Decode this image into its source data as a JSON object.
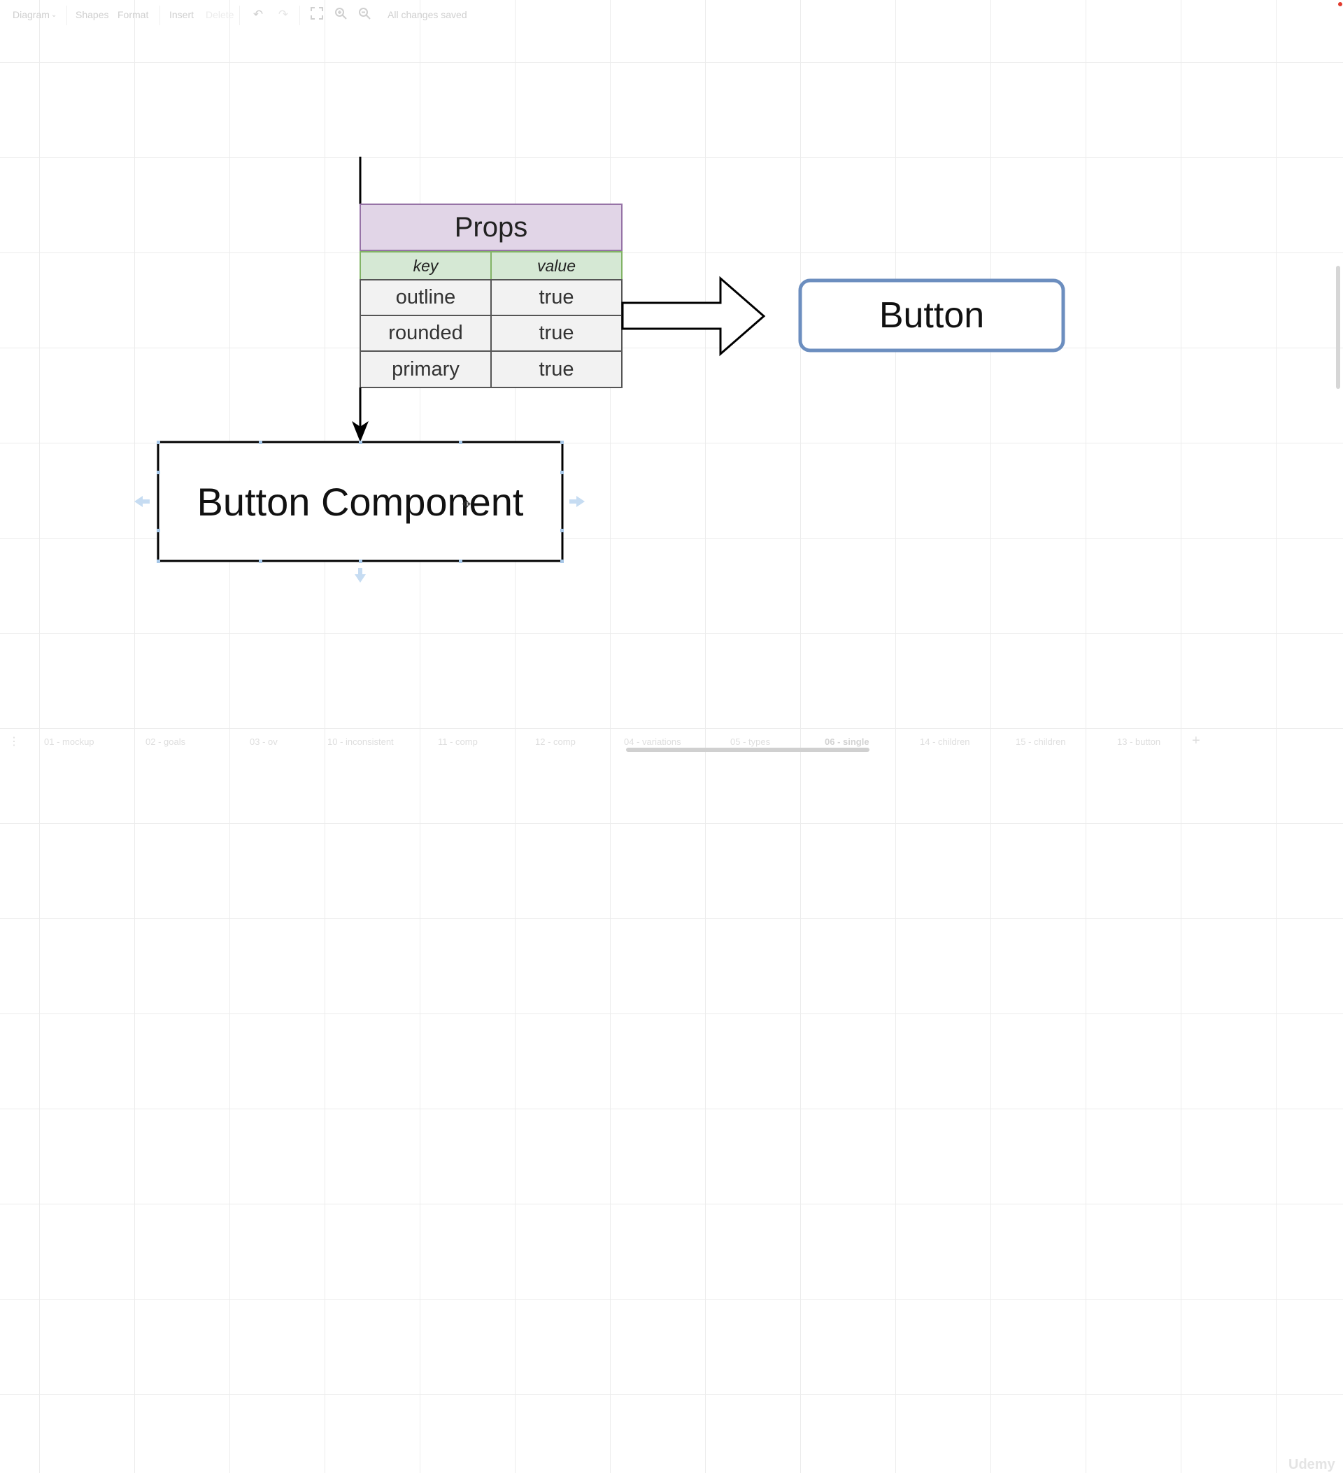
{
  "toolbar": {
    "diagram_menu": "Diagram",
    "shapes": "Shapes",
    "format": "Format",
    "insert": "Insert",
    "delete": "Delete",
    "undo_icon": "undo-icon",
    "redo_icon": "redo-icon",
    "fullscreen_icon": "fullscreen-icon",
    "zoom_in_icon": "zoom-in-icon",
    "zoom_out_icon": "zoom-out-icon",
    "status": "All changes saved"
  },
  "diagram": {
    "props_table": {
      "title": "Props",
      "header": {
        "key": "key",
        "value": "value"
      },
      "rows": [
        {
          "key": "outline",
          "value": "true"
        },
        {
          "key": "rounded",
          "value": "true"
        },
        {
          "key": "primary",
          "value": "true"
        }
      ]
    },
    "button_label": "Button",
    "component_label": "Button Component",
    "colors": {
      "title_fill": "#e1d5e7",
      "title_stroke": "#9673a6",
      "header_fill": "#d5e8d4",
      "header_stroke": "#82b366",
      "row_fill": "#f2f2f2",
      "row_stroke": "#555555",
      "button_stroke": "#6c8ebf",
      "handle": "#a8c8e8"
    }
  },
  "pages": {
    "tabs": [
      {
        "label": "01 - mockup",
        "active": false
      },
      {
        "label": "02 - goals",
        "active": false
      },
      {
        "label": "03 - ov",
        "active": false
      },
      {
        "label": "10 - inconsistent",
        "active": false
      },
      {
        "label": "11 - comp",
        "active": false
      },
      {
        "label": "12 - comp",
        "active": false
      },
      {
        "label": "04 - variations",
        "active": false
      },
      {
        "label": "05 - types",
        "active": false
      },
      {
        "label": "06 - single",
        "active": true
      },
      {
        "label": "14 - children",
        "active": false
      },
      {
        "label": "15 - children",
        "active": false
      },
      {
        "label": "13 - button",
        "active": false
      }
    ],
    "add_icon": "plus-icon",
    "menu_icon": "more-vertical-icon"
  },
  "watermark": "Udemy"
}
